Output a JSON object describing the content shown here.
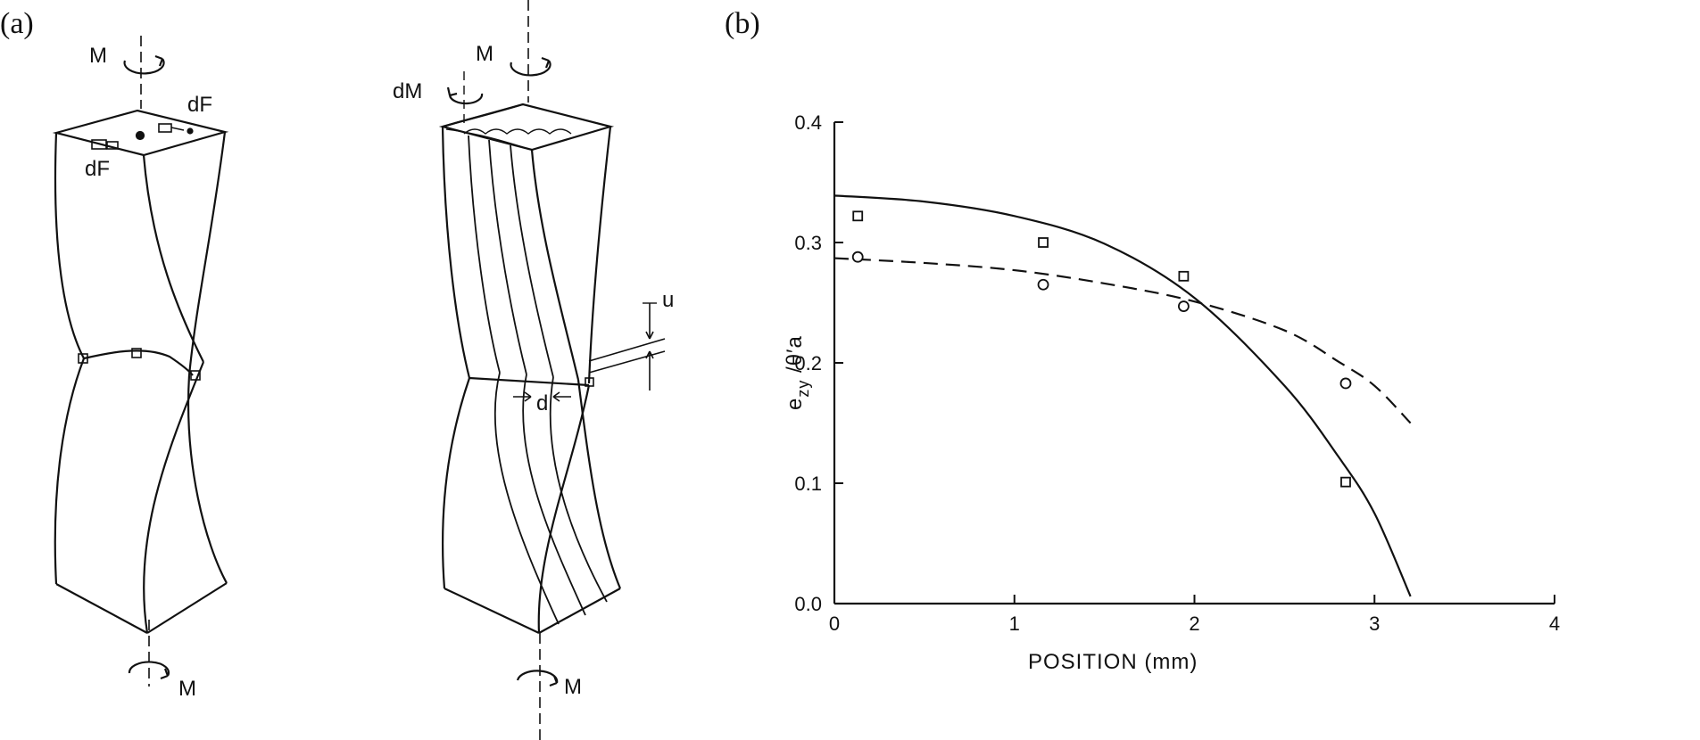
{
  "panels": {
    "a": "(a)",
    "b": "(b)"
  },
  "diagram_a": {
    "left_specimen": {
      "moment_top": "M",
      "moment_bottom": "M",
      "force_top_right": "dF",
      "force_top_left": "dF"
    },
    "right_specimen": {
      "moment_top": "M",
      "moment_bottom": "M",
      "incremental_moment": "dM",
      "spacing": "d",
      "displacement": "u"
    }
  },
  "chart_data": {
    "type": "scatter",
    "xlabel": "POSITION  (mm)",
    "ylabel_main": "e",
    "ylabel_sub": "zy",
    "ylabel_rest": " /θ′a",
    "xlim": [
      0,
      4
    ],
    "ylim": [
      0,
      0.4
    ],
    "xticks": [
      0,
      1,
      2,
      3,
      4
    ],
    "yticks": [
      0.0,
      0.1,
      0.2,
      0.3,
      0.4
    ],
    "ytick_labels": [
      "0.0",
      "0.1",
      "0.2",
      "0.3",
      "0.4"
    ],
    "series": [
      {
        "marker": "square",
        "line": "solid",
        "points": [
          [
            0.13,
            0.322
          ],
          [
            1.16,
            0.3
          ],
          [
            1.94,
            0.272
          ],
          [
            2.84,
            0.101
          ]
        ],
        "curve": [
          [
            0.0,
            0.339
          ],
          [
            0.5,
            0.334
          ],
          [
            1.0,
            0.322
          ],
          [
            1.5,
            0.299
          ],
          [
            2.0,
            0.254
          ],
          [
            2.5,
            0.181
          ],
          [
            2.8,
            0.122
          ],
          [
            3.0,
            0.075
          ],
          [
            3.2,
            0.006
          ]
        ]
      },
      {
        "marker": "circle",
        "line": "dashed",
        "points": [
          [
            0.13,
            0.288
          ],
          [
            1.16,
            0.265
          ],
          [
            1.94,
            0.247
          ],
          [
            2.84,
            0.183
          ]
        ],
        "curve": [
          [
            0.0,
            0.287
          ],
          [
            0.5,
            0.283
          ],
          [
            1.0,
            0.277
          ],
          [
            1.5,
            0.266
          ],
          [
            2.0,
            0.251
          ],
          [
            2.5,
            0.227
          ],
          [
            2.8,
            0.201
          ],
          [
            3.0,
            0.181
          ],
          [
            3.2,
            0.15
          ]
        ]
      }
    ]
  }
}
